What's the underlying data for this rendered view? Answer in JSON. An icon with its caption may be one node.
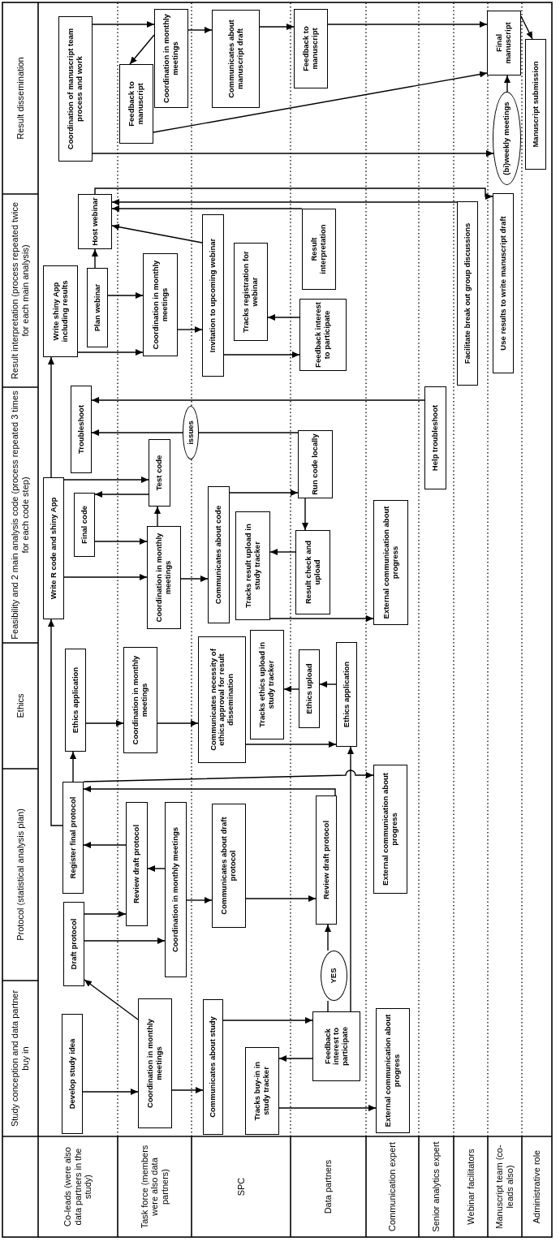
{
  "diagram": {
    "nodes": [
      {
        "text": [
          "Develop study idea"
        ]
      },
      {
        "text": [
          "Coordination in monthly meetings"
        ]
      },
      {
        "text": [
          "Communicates about study"
        ]
      },
      {
        "text": [
          "Tracks buy-in in study tracker"
        ]
      },
      {
        "text": [
          "Feedback interest to participate"
        ]
      },
      {
        "text": [
          "External communication about progress"
        ]
      },
      {
        "text": [
          "Draft protocol"
        ]
      },
      {
        "text": [
          "Register final protocol"
        ]
      },
      {
        "text": [
          "Review draft protocol"
        ]
      },
      {
        "text": [
          "Coordination in monthly meetings"
        ]
      },
      {
        "text": [
          "Communicates about draft protocol"
        ]
      },
      {
        "text": [
          "YES"
        ]
      },
      {
        "text": [
          "Review draft protocol"
        ]
      },
      {
        "text": [
          "External communication about progress"
        ]
      },
      {
        "text": [
          "Ethics application"
        ]
      },
      {
        "text": [
          "Coordination in monthly meetings"
        ]
      },
      {
        "text": [
          "Communicates necessity of ethics approval for result dissemination"
        ]
      },
      {
        "text": [
          "Tracks ethics upload in study tracker"
        ]
      },
      {
        "text": [
          "Ethics upload"
        ]
      },
      {
        "text": [
          "Ethics application"
        ]
      },
      {
        "text": [
          "Write R code and shiny App"
        ]
      },
      {
        "text": [
          "Final code"
        ]
      },
      {
        "text": [
          "Troubleshoot"
        ]
      },
      {
        "text": [
          "Coordination in monthly meetings"
        ]
      },
      {
        "text": [
          "Test code"
        ]
      },
      {
        "text": [
          "issues"
        ]
      },
      {
        "text": [
          "Communicates about code"
        ]
      },
      {
        "text": [
          "Tracks result upload in study tracker"
        ]
      },
      {
        "text": [
          "Result check and upload"
        ]
      },
      {
        "text": [
          "Run code locally"
        ]
      },
      {
        "text": [
          "External communication about progress"
        ]
      },
      {
        "text": [
          "Help troubleshoot"
        ]
      },
      {
        "text": [
          "Write shiny App including results"
        ]
      },
      {
        "text": [
          "Plan webinar"
        ]
      },
      {
        "text": [
          "Host webinar"
        ]
      },
      {
        "text": [
          "Coordination in monthly meetings"
        ]
      },
      {
        "text": [
          "Invitation to upcoming webinar"
        ]
      },
      {
        "text": [
          "Tracks registration for webinar"
        ]
      },
      {
        "text": [
          "Feedback interest to participate"
        ]
      },
      {
        "text": [
          "Result interpretation"
        ]
      },
      {
        "text": [
          "Facilitate break out group discussions"
        ]
      },
      {
        "text": [
          "Use results to write manuscript draft"
        ]
      },
      {
        "text": [
          "Coordination of manuscript team process and work"
        ]
      },
      {
        "text": [
          "Feedback to manuscript"
        ]
      },
      {
        "text": [
          "Coordination in monthly meetings"
        ]
      },
      {
        "text": [
          "Communicates about manuscript draft"
        ]
      },
      {
        "text": [
          "Feedback to manuscript"
        ]
      },
      {
        "text": [
          "Final manuscript"
        ]
      },
      {
        "text": [
          "(bi)weekly meetings"
        ]
      },
      {
        "text": [
          "Manuscript submission"
        ]
      }
    ],
    "edges": [
      {
        "from": 0,
        "to": 1,
        "arrow": "to"
      },
      {
        "from": 1,
        "to": 2,
        "arrow": "to"
      },
      {
        "from": 1,
        "to": 6,
        "arrow": "to"
      },
      {
        "from": 2,
        "to": 4,
        "arrow": "to"
      },
      {
        "from": 4,
        "to": 3,
        "arrow": "to"
      },
      {
        "from": 3,
        "to": 5,
        "arrow": "to"
      },
      {
        "from": 4,
        "to": 11,
        "arrow": "none"
      },
      {
        "from": 11,
        "to": 12,
        "arrow": "to"
      },
      {
        "from": 4,
        "to": 19,
        "arrow": "to"
      },
      {
        "from": 12,
        "to": 7,
        "arrow": "to"
      },
      {
        "from": 6,
        "to": 8,
        "arrow": "to"
      },
      {
        "from": 6,
        "to": 9,
        "arrow": "to"
      },
      {
        "from": 9,
        "to": 8,
        "arrow": "to"
      },
      {
        "from": 8,
        "to": 7,
        "arrow": "to"
      },
      {
        "from": 9,
        "to": 10,
        "arrow": "to"
      },
      {
        "from": 10,
        "to": 12,
        "arrow": "to"
      },
      {
        "from": 7,
        "to": 14,
        "arrow": "to"
      },
      {
        "from": 7,
        "to": 13,
        "arrow": "to"
      },
      {
        "from": 7,
        "to": 20,
        "arrow": "to"
      },
      {
        "from": 20,
        "to": 32,
        "arrow": "to"
      },
      {
        "from": 14,
        "to": 15,
        "arrow": "to"
      },
      {
        "from": 15,
        "to": 16,
        "arrow": "to"
      },
      {
        "from": 16,
        "to": 19,
        "arrow": "to"
      },
      {
        "from": 19,
        "to": 18,
        "arrow": "to"
      },
      {
        "from": 18,
        "to": 17,
        "arrow": "to"
      },
      {
        "from": 20,
        "to": 23,
        "arrow": "to"
      },
      {
        "from": 21,
        "to": 23,
        "arrow": "to"
      },
      {
        "from": 23,
        "to": 24,
        "arrow": "to"
      },
      {
        "from": 24,
        "to": 21,
        "arrow": "to"
      },
      {
        "from": 20,
        "to": 24,
        "arrow": "to"
      },
      {
        "from": 23,
        "to": 26,
        "arrow": "to"
      },
      {
        "from": 26,
        "to": 29,
        "arrow": "to"
      },
      {
        "from": 29,
        "to": 28,
        "arrow": "to"
      },
      {
        "from": 28,
        "to": 27,
        "arrow": "to"
      },
      {
        "from": 27,
        "to": 30,
        "arrow": "to"
      },
      {
        "from": 29,
        "to": 25,
        "arrow": "none"
      },
      {
        "from": 25,
        "to": 22,
        "arrow": "to"
      },
      {
        "from": 31,
        "to": 22,
        "arrow": "to"
      },
      {
        "from": 32,
        "to": 35,
        "arrow": "to"
      },
      {
        "from": 33,
        "to": 34,
        "arrow": "to"
      },
      {
        "from": 33,
        "to": 35,
        "arrow": "to"
      },
      {
        "from": 35,
        "to": 36,
        "arrow": "to"
      },
      {
        "from": 36,
        "to": 38,
        "arrow": "to"
      },
      {
        "from": 38,
        "to": 37,
        "arrow": "to"
      },
      {
        "from": 36,
        "to": 34,
        "arrow": "to"
      },
      {
        "from": 39,
        "to": 34,
        "arrow": "to"
      },
      {
        "from": 40,
        "to": 34,
        "arrow": "to"
      },
      {
        "from": 34,
        "to": 41,
        "arrow": "to"
      },
      {
        "from": 42,
        "to": 44,
        "arrow": "to"
      },
      {
        "from": 44,
        "to": 43,
        "arrow": "to"
      },
      {
        "from": 44,
        "to": 45,
        "arrow": "to"
      },
      {
        "from": 45,
        "to": 46,
        "arrow": "to"
      },
      {
        "from": 46,
        "to": 47,
        "arrow": "to"
      },
      {
        "from": 43,
        "to": 47,
        "arrow": "to"
      },
      {
        "from": 42,
        "to": 48,
        "arrow": "to"
      },
      {
        "from": 48,
        "to": 47,
        "arrow": "to"
      },
      {
        "from": 47,
        "to": 49,
        "arrow": "to"
      }
    ],
    "labels": [
      "Study conception and data partner buy in",
      "Protocol (statistical analysis plan)",
      "Ethics",
      "Feasibility and 2 main analysis code (process repeated 3 times for each code step)",
      "Result interpretation (process repeated twice for each main analysis)",
      "Result dissemination",
      "Co-leads (were also data partners in the study)",
      "Task force (members were also data partners)",
      "SPC",
      "Data partners",
      "Communication expert",
      "Senior analytics expert",
      "Webinar facilitators",
      "Manuscript team (co-leads also)",
      "Administrative role"
    ]
  }
}
